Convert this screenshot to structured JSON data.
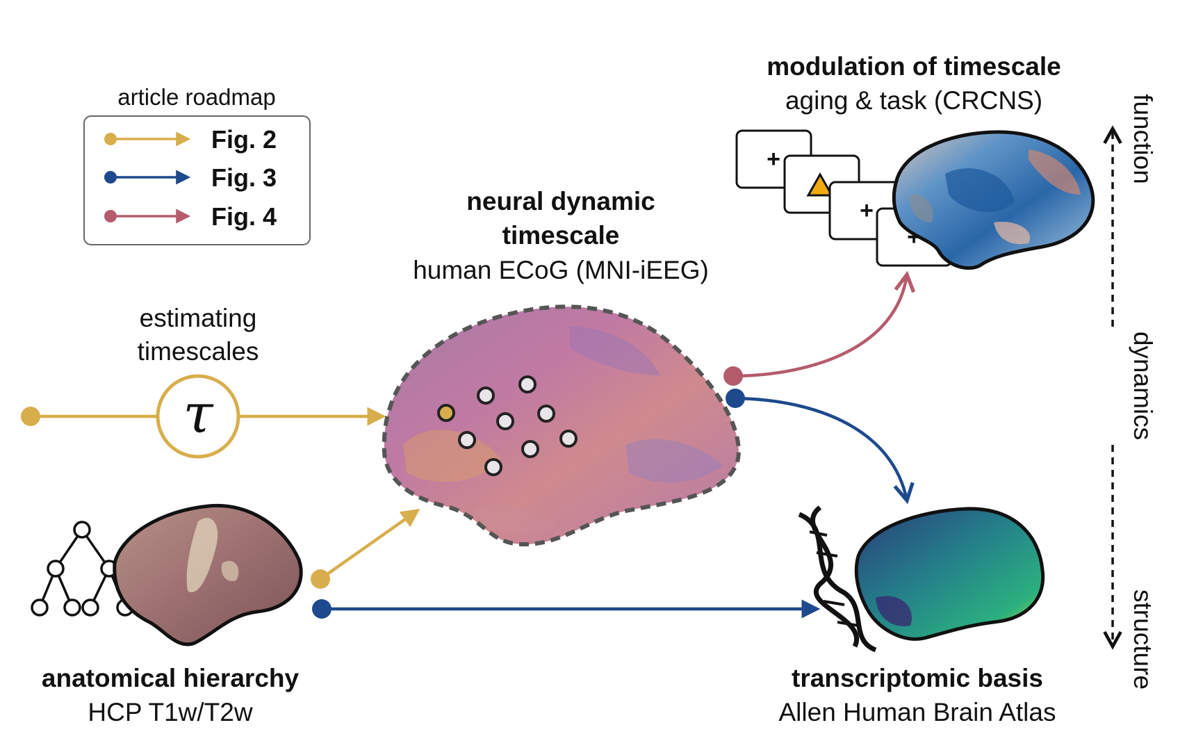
{
  "legend": {
    "title": "article roadmap",
    "items": [
      {
        "label": "Fig. 2",
        "color": "#d8ae4c"
      },
      {
        "label": "Fig. 3",
        "color": "#1e4a8d"
      },
      {
        "label": "Fig. 4",
        "color": "#b55c6c"
      }
    ]
  },
  "estimating": {
    "line1": "estimating",
    "line2": "timescales",
    "symbol": "τ"
  },
  "neural": {
    "title1": "neural dynamic",
    "title2": "timescale",
    "subtitle": "human ECoG (MNI-iEEG)"
  },
  "modulation": {
    "title": "modulation of timescale",
    "subtitle": "aging & task (CRCNS)",
    "card_symbols": [
      "+",
      "▲",
      "+",
      "+"
    ]
  },
  "anatomical": {
    "title": "anatomical hierarchy",
    "subtitle": "HCP T1w/T2w"
  },
  "transcriptomic": {
    "title": "transcriptomic basis",
    "subtitle": "Allen Human Brain Atlas"
  },
  "axis": {
    "top": "function",
    "middle": "dynamics",
    "bottom": "structure"
  },
  "colors": {
    "gold": "#d8ae4c",
    "blue": "#1e4a8d",
    "rose": "#b55c6c",
    "ink": "#111111"
  }
}
